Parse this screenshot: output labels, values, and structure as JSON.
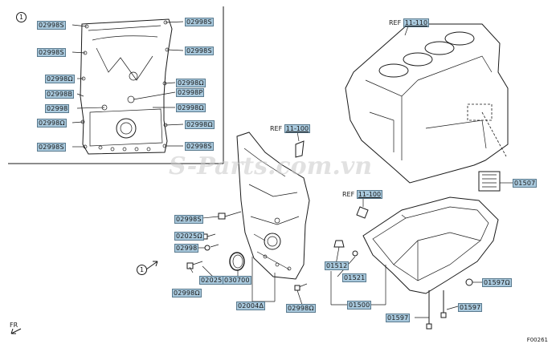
{
  "labels": {
    "l_029985_a": "02998S",
    "l_029985_b": "02998S",
    "l_029983_a": "02998S",
    "l_029983_b": "02998S",
    "l_029980_a": "02998Ω",
    "l_029980_b": "02998Ω",
    "l_029980_c": "02998Ω",
    "l_029980_d": "02998Ω",
    "l_029980_e": "02998Ω",
    "l_02998_inset": "02998P",
    "l_02998B": "02998B",
    "l_02998_a": "02998",
    "l_029985_c": "02998S",
    "l_029985_d": "02998S",
    "l_029983_main": "02998S",
    "l_02025": "02025Ω",
    "l_02998_main": "02998",
    "l_02025b": "02025",
    "l_030700": "030700",
    "l_029980_main": "02998Ω",
    "l_020048": "02004Δ",
    "l_029980_bot": "02998Ω",
    "l_01512": "01512",
    "l_01521": "01521",
    "l_01500": "01500",
    "l_01597a": "01597",
    "l_01597b": "01597",
    "l_01597c": "01597Ω",
    "l_01507": "01507"
  },
  "refs": {
    "ref_block_prefix": "REF",
    "ref_block_code": "11-110",
    "ref_cover_prefix": "REF",
    "ref_cover_code": "11-100",
    "ref_pan_prefix": "REF",
    "ref_pan_code": "11-100"
  },
  "inset_number": "1",
  "callout_number": "1",
  "direction": "FR",
  "figure_code": "F00261",
  "watermark": "S-Parts.com.vn"
}
